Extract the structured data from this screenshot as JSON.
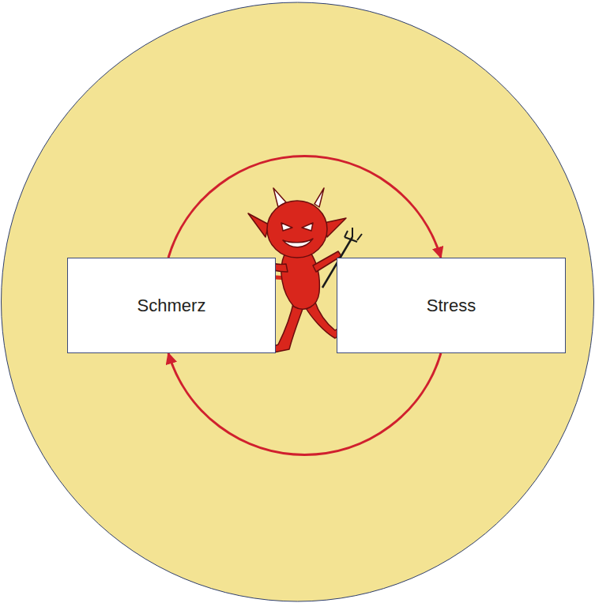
{
  "diagram": {
    "nodes": [
      {
        "text": [
          "Schmerz"
        ]
      },
      {
        "text": [
          "Stress"
        ]
      }
    ],
    "edges": [
      {
        "from": 0,
        "to": 1,
        "arrow": "to"
      },
      {
        "from": 1,
        "to": 0,
        "arrow": "to"
      }
    ]
  }
}
